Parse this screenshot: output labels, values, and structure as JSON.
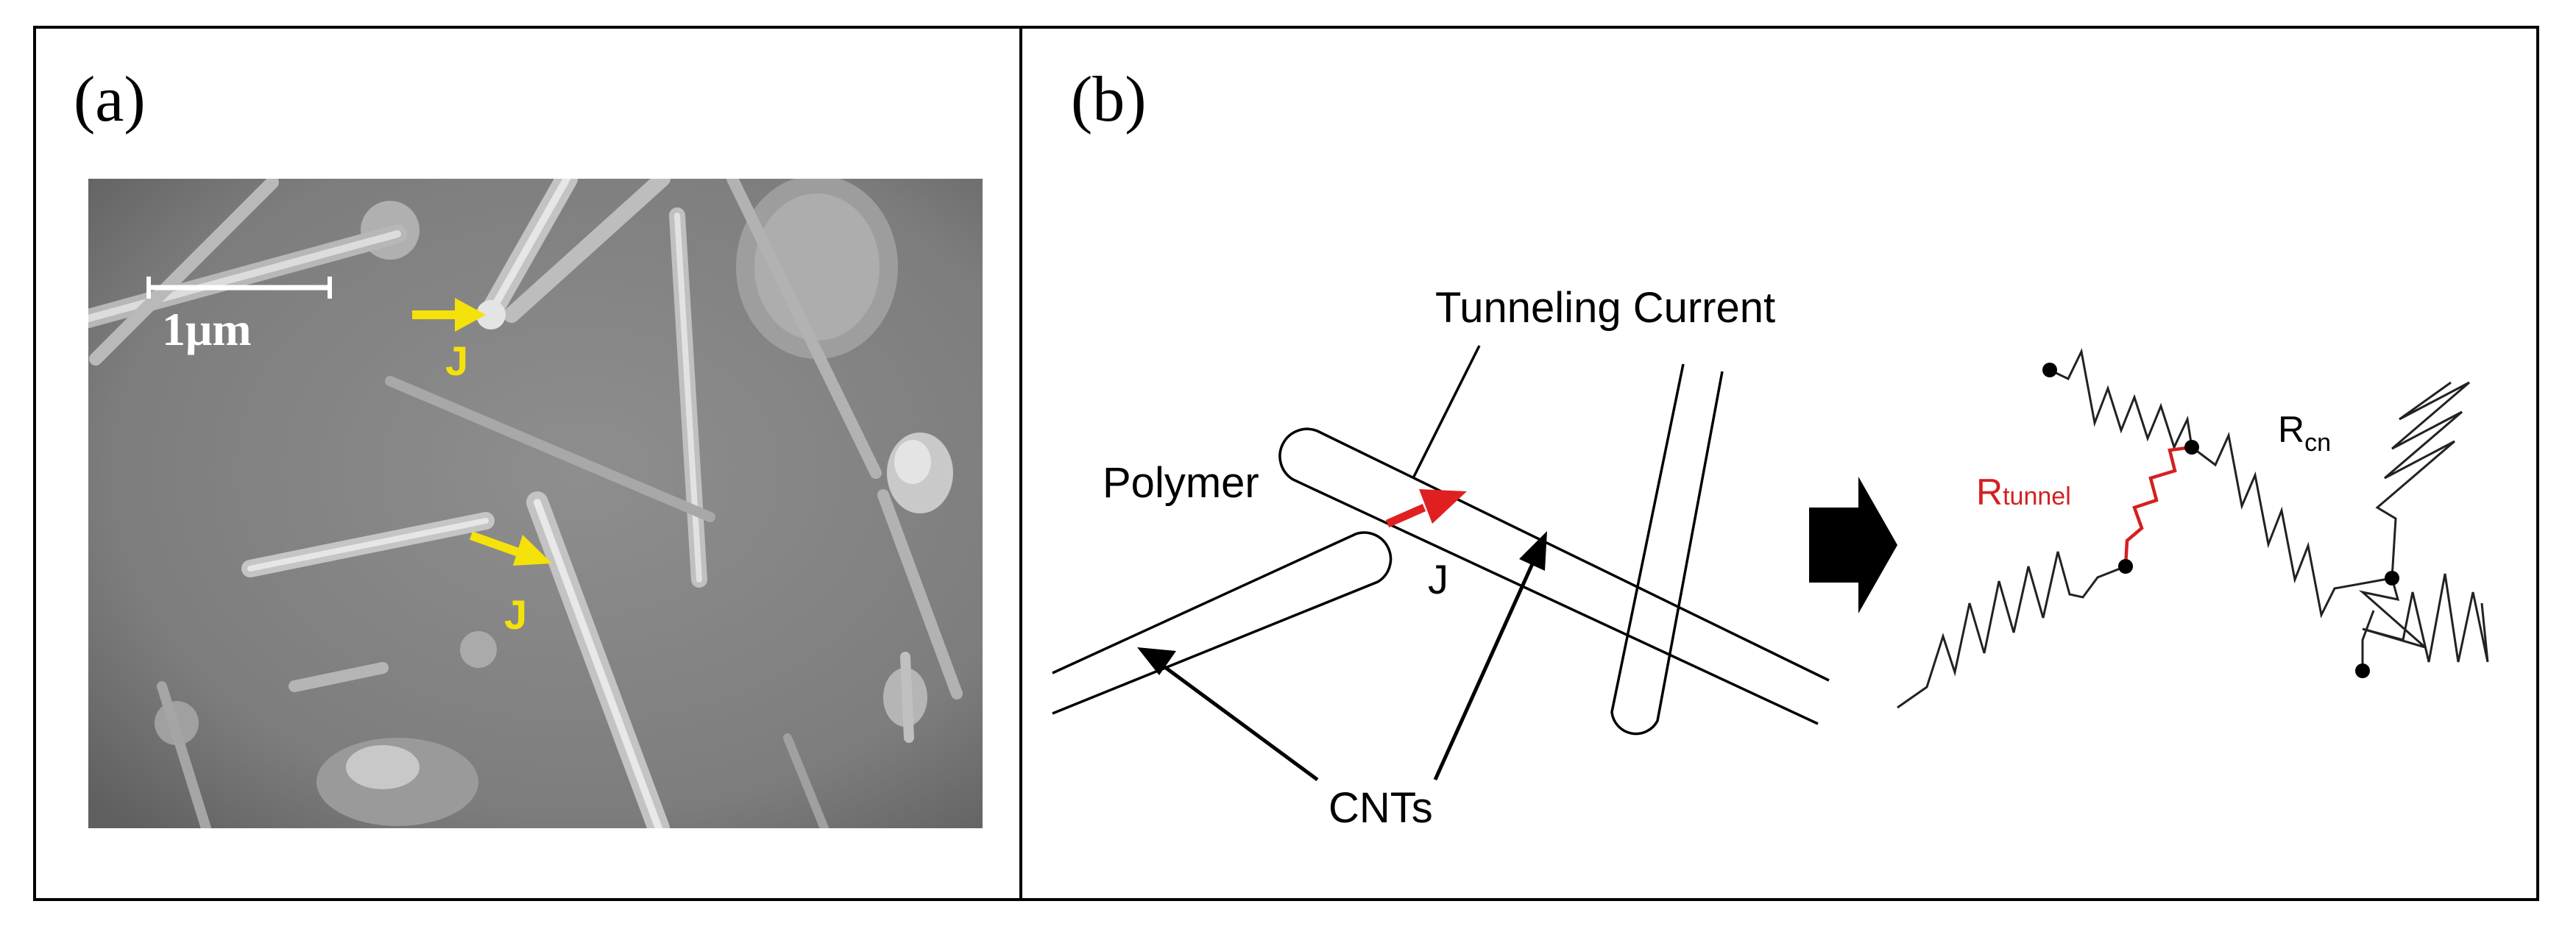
{
  "panel_a": {
    "label": "(a)",
    "scale_bar_label": "1μm",
    "junction_labels": [
      "J",
      "J"
    ],
    "arrow_color": "#f5e20a"
  },
  "panel_b": {
    "label": "(b)",
    "tunneling_current_label": "Tunneling Current",
    "polymer_label": "Polymer",
    "junction_label": "J",
    "cnts_label": "CNTs",
    "r_tunnel": {
      "base": "R",
      "sub": "tunnel",
      "color": "#d42020"
    },
    "r_cn": {
      "base": "R",
      "sub": "cn"
    },
    "current_arrow_color": "#e02020",
    "icons": [
      "block-arrow-right-icon"
    ]
  }
}
